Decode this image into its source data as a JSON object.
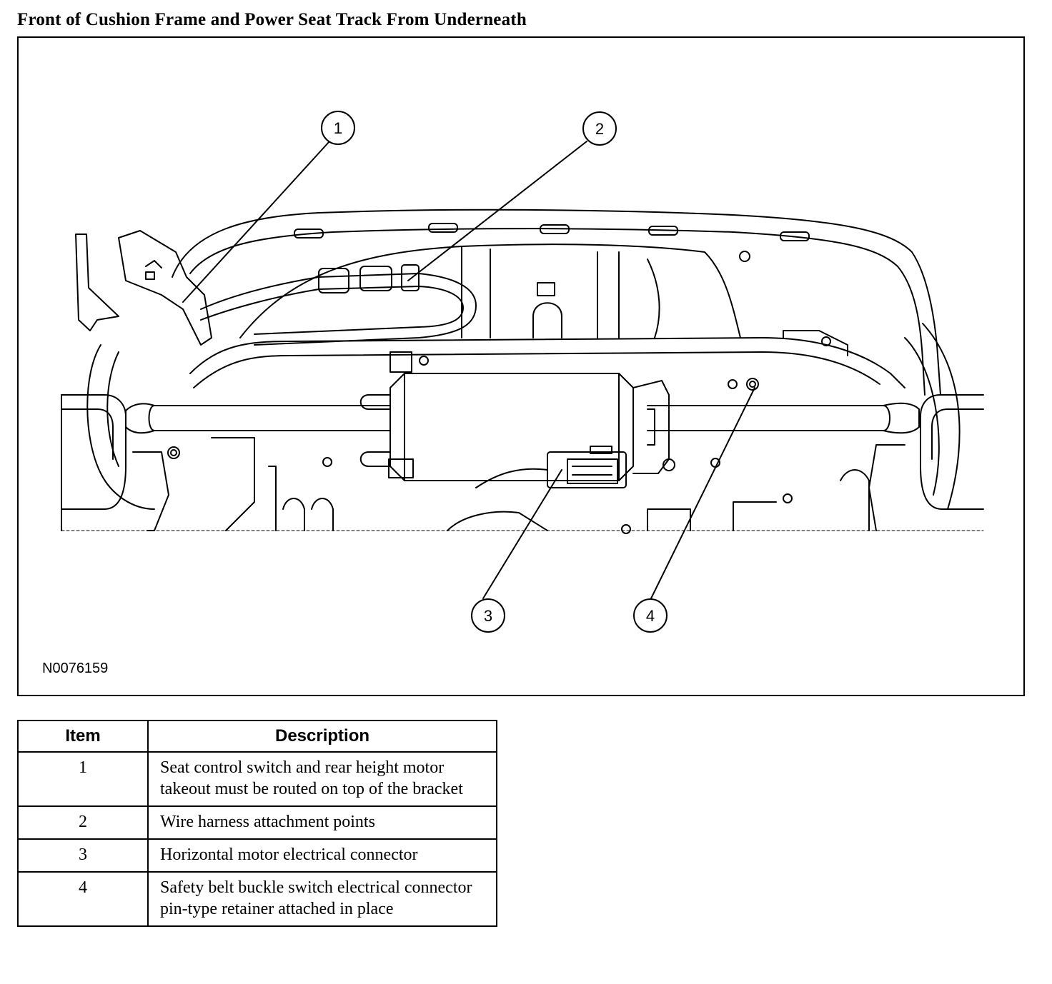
{
  "title": "Front of Cushion Frame and Power Seat Track From Underneath",
  "figure": {
    "id": "N0076159",
    "callouts": [
      "1",
      "2",
      "3",
      "4"
    ]
  },
  "legend": {
    "headers": {
      "item": "Item",
      "description": "Description"
    },
    "rows": [
      {
        "item": "1",
        "description": "Seat control switch and rear height motor takeout must be routed on top of the bracket"
      },
      {
        "item": "2",
        "description": "Wire harness attachment points"
      },
      {
        "item": "3",
        "description": "Horizontal motor electrical connector"
      },
      {
        "item": "4",
        "description": "Safety belt buckle switch electrical connector pin-type retainer attached in place"
      }
    ]
  }
}
